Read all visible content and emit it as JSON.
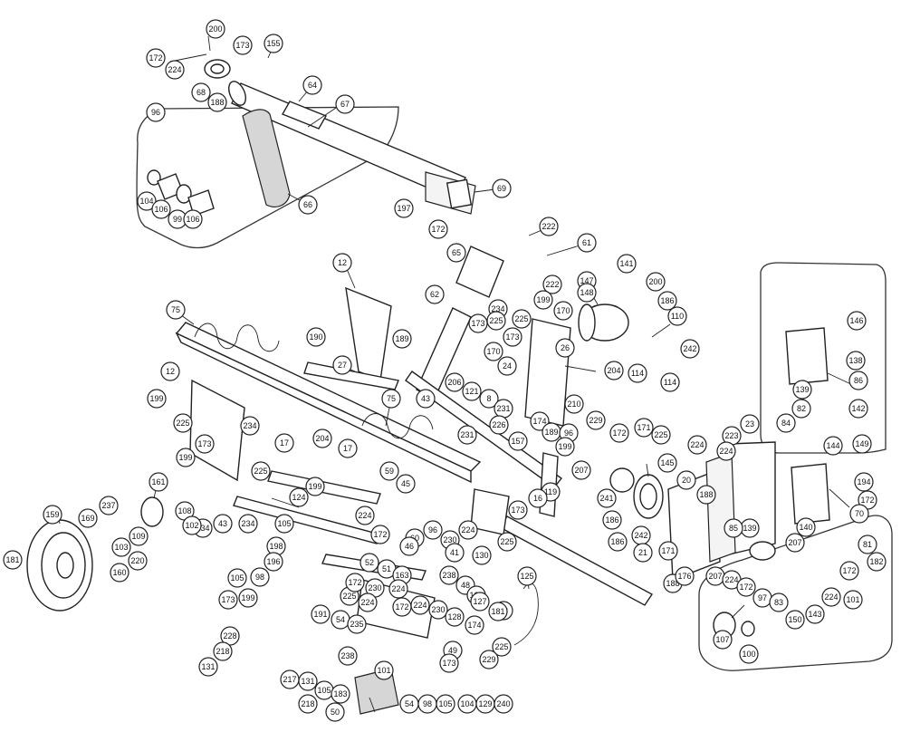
{
  "diagram": {
    "style": "exploded parts diagram, line art",
    "colors": {
      "ink": "#222222",
      "paper": "#ffffff"
    },
    "callouts": [
      "200",
      "172",
      "224",
      "173",
      "155",
      "96",
      "68",
      "188",
      "64",
      "67",
      "104",
      "106",
      "99",
      "106",
      "66",
      "197",
      "172",
      "69",
      "222",
      "65",
      "61",
      "222",
      "199",
      "234",
      "62",
      "147",
      "148",
      "141",
      "200",
      "173",
      "225",
      "170",
      "186",
      "110",
      "146",
      "12",
      "75",
      "190",
      "189",
      "27",
      "170",
      "206",
      "24",
      "26",
      "204",
      "242",
      "114",
      "114",
      "121",
      "8",
      "231",
      "173",
      "225",
      "199",
      "12",
      "75",
      "43",
      "210",
      "138",
      "139",
      "86",
      "82",
      "142",
      "84",
      "144",
      "149",
      "225",
      "173",
      "199",
      "234",
      "225",
      "17",
      "204",
      "17",
      "231",
      "226",
      "174",
      "189",
      "96",
      "229",
      "172",
      "171",
      "225",
      "224",
      "157",
      "199",
      "207",
      "20",
      "23",
      "223",
      "224",
      "59",
      "45",
      "119",
      "145",
      "194",
      "172",
      "16",
      "199",
      "234",
      "43",
      "124",
      "108",
      "102",
      "161",
      "237",
      "169",
      "159",
      "103",
      "109",
      "160",
      "220",
      "234",
      "224",
      "172",
      "96",
      "60",
      "230",
      "224",
      "41",
      "225",
      "173",
      "130",
      "241",
      "186",
      "242",
      "186",
      "21",
      "171",
      "188",
      "139",
      "85",
      "140",
      "70",
      "81",
      "207",
      "188",
      "176",
      "207",
      "224",
      "172",
      "97",
      "83",
      "224",
      "172",
      "150",
      "143",
      "182",
      "101",
      "181",
      "105",
      "198",
      "196",
      "52",
      "51",
      "46",
      "163",
      "230",
      "224",
      "172",
      "238",
      "48",
      "104",
      "105",
      "98",
      "199",
      "173",
      "191",
      "225",
      "224",
      "172",
      "224",
      "230",
      "127",
      "53",
      "125",
      "181",
      "54",
      "235",
      "128",
      "174",
      "225",
      "228",
      "218",
      "131",
      "217",
      "238",
      "131",
      "105",
      "183",
      "101",
      "49",
      "229",
      "218",
      "50",
      "54",
      "98",
      "105",
      "104",
      "129",
      "240",
      "173",
      "107",
      "100",
      "172"
    ]
  }
}
